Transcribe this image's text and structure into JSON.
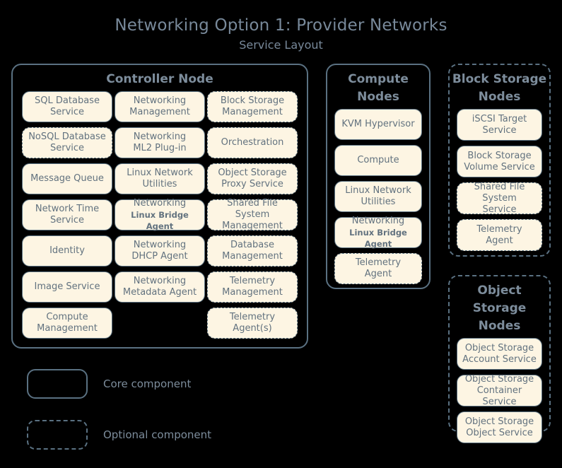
{
  "header": {
    "title": "Networking Option 1: Provider Networks",
    "subtitle": "Service Layout"
  },
  "colors": {
    "background": "#000000",
    "title_text": "#78899a",
    "box_fill": "#fdf5e3",
    "box_border": "#5d7484",
    "box_text": "#62727f",
    "container_border": "#5a7182"
  },
  "controller_node": {
    "title": "Controller Node",
    "style": "core",
    "services": [
      {
        "l1": "SQL Database",
        "l2": "Service",
        "style": "core"
      },
      {
        "l1": "Networking",
        "l2": "Management",
        "style": "core"
      },
      {
        "l1": "Block Storage",
        "l2": "Management",
        "style": "optional"
      },
      {
        "l1": "NoSQL Database",
        "l2": "Service",
        "style": "optional"
      },
      {
        "l1": "Networking",
        "l2": "ML2 Plug-in",
        "style": "core"
      },
      {
        "l1": "Orchestration",
        "l2": "",
        "style": "optional"
      },
      {
        "l1": "Message Queue",
        "l2": "",
        "style": "core"
      },
      {
        "l1": "Linux Network",
        "l2": "Utilities",
        "style": "core"
      },
      {
        "l1": "Object Storage",
        "l2": "Proxy Service",
        "style": "optional"
      },
      {
        "l1": "Network Time",
        "l2": "Service",
        "style": "core"
      },
      {
        "l1": "Networking",
        "l2": "Linux Bridge Agent",
        "style": "core",
        "l2_small": true
      },
      {
        "l1": "Shared File System",
        "l2": "Management",
        "style": "optional"
      },
      {
        "l1": "Identity",
        "l2": "",
        "style": "core"
      },
      {
        "l1": "Networking",
        "l2": "DHCP Agent",
        "style": "core"
      },
      {
        "l1": "Database",
        "l2": "Management",
        "style": "optional"
      },
      {
        "l1": "Image Service",
        "l2": "",
        "style": "core"
      },
      {
        "l1": "Networking",
        "l2": "Metadata Agent",
        "style": "core"
      },
      {
        "l1": "Telemetry",
        "l2": "Management",
        "style": "optional"
      },
      {
        "l1": "Compute",
        "l2": "Management",
        "style": "core"
      },
      {
        "l1": "",
        "l2": "",
        "style": "empty"
      },
      {
        "l1": "Telemetry",
        "l2": "Agent(s)",
        "style": "optional"
      }
    ]
  },
  "compute_nodes": {
    "title": "Compute\nNodes",
    "title_line1": "Compute",
    "title_line2": "Nodes",
    "style": "core",
    "services": [
      {
        "l1": "KVM Hypervisor",
        "l2": "",
        "style": "core"
      },
      {
        "l1": "Compute",
        "l2": "",
        "style": "core"
      },
      {
        "l1": "Linux Network",
        "l2": "Utilities",
        "style": "core"
      },
      {
        "l1": "Networking",
        "l2": "Linux Bridge Agent",
        "style": "core",
        "l2_small": true
      },
      {
        "l1": "Telemetry",
        "l2": "Agent",
        "style": "optional"
      }
    ]
  },
  "block_storage_nodes": {
    "title_line1": "Block Storage",
    "title_line2": "Nodes",
    "style": "optional",
    "services": [
      {
        "l1": "iSCSI Target",
        "l2": "Service",
        "style": "core"
      },
      {
        "l1": "Block Storage",
        "l2": "Volume Service",
        "style": "core"
      },
      {
        "l1": "Shared File System",
        "l2": "Service",
        "style": "optional"
      },
      {
        "l1": "Telemetry",
        "l2": "Agent",
        "style": "optional"
      }
    ]
  },
  "object_storage_nodes": {
    "title_line1": "Object",
    "title_line2": "Storage Nodes",
    "style": "optional",
    "services": [
      {
        "l1": "Object Storage",
        "l2": "Account Service",
        "style": "core"
      },
      {
        "l1": "Object Storage",
        "l2": "Container Service",
        "style": "core"
      },
      {
        "l1": "Object Storage",
        "l2": "Object Service",
        "style": "core"
      }
    ]
  },
  "legend": {
    "items": [
      {
        "label": "Core component",
        "style": "core"
      },
      {
        "label": "Optional component",
        "style": "optional"
      }
    ]
  }
}
